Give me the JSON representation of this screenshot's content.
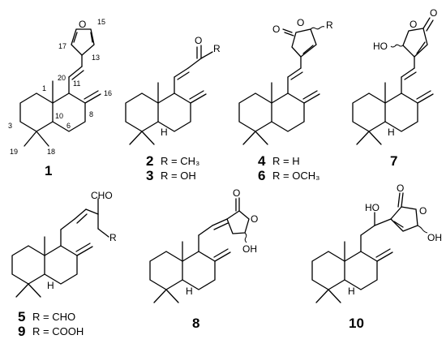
{
  "atoms": {
    "O": "O",
    "H": "H",
    "HO": "HO",
    "OH": "OH",
    "R": "R",
    "CHO": "CHO"
  },
  "numbering": [
    "1",
    "3",
    "6",
    "8",
    "10",
    "11",
    "13",
    "15",
    "16",
    "17",
    "18",
    "19",
    "20"
  ],
  "compounds": {
    "c1": "1",
    "c2": "2",
    "c2_r": "R = CH₃",
    "c3": "3",
    "c3_r": "R = OH",
    "c4": "4",
    "c4_r": "R = H",
    "c6": "6",
    "c6_r": "R = OCH₃",
    "c7": "7",
    "c5": "5",
    "c5_r": "R = CHO",
    "c9": "9",
    "c9_r": "R = COOH",
    "c8": "8",
    "c10": "10"
  }
}
